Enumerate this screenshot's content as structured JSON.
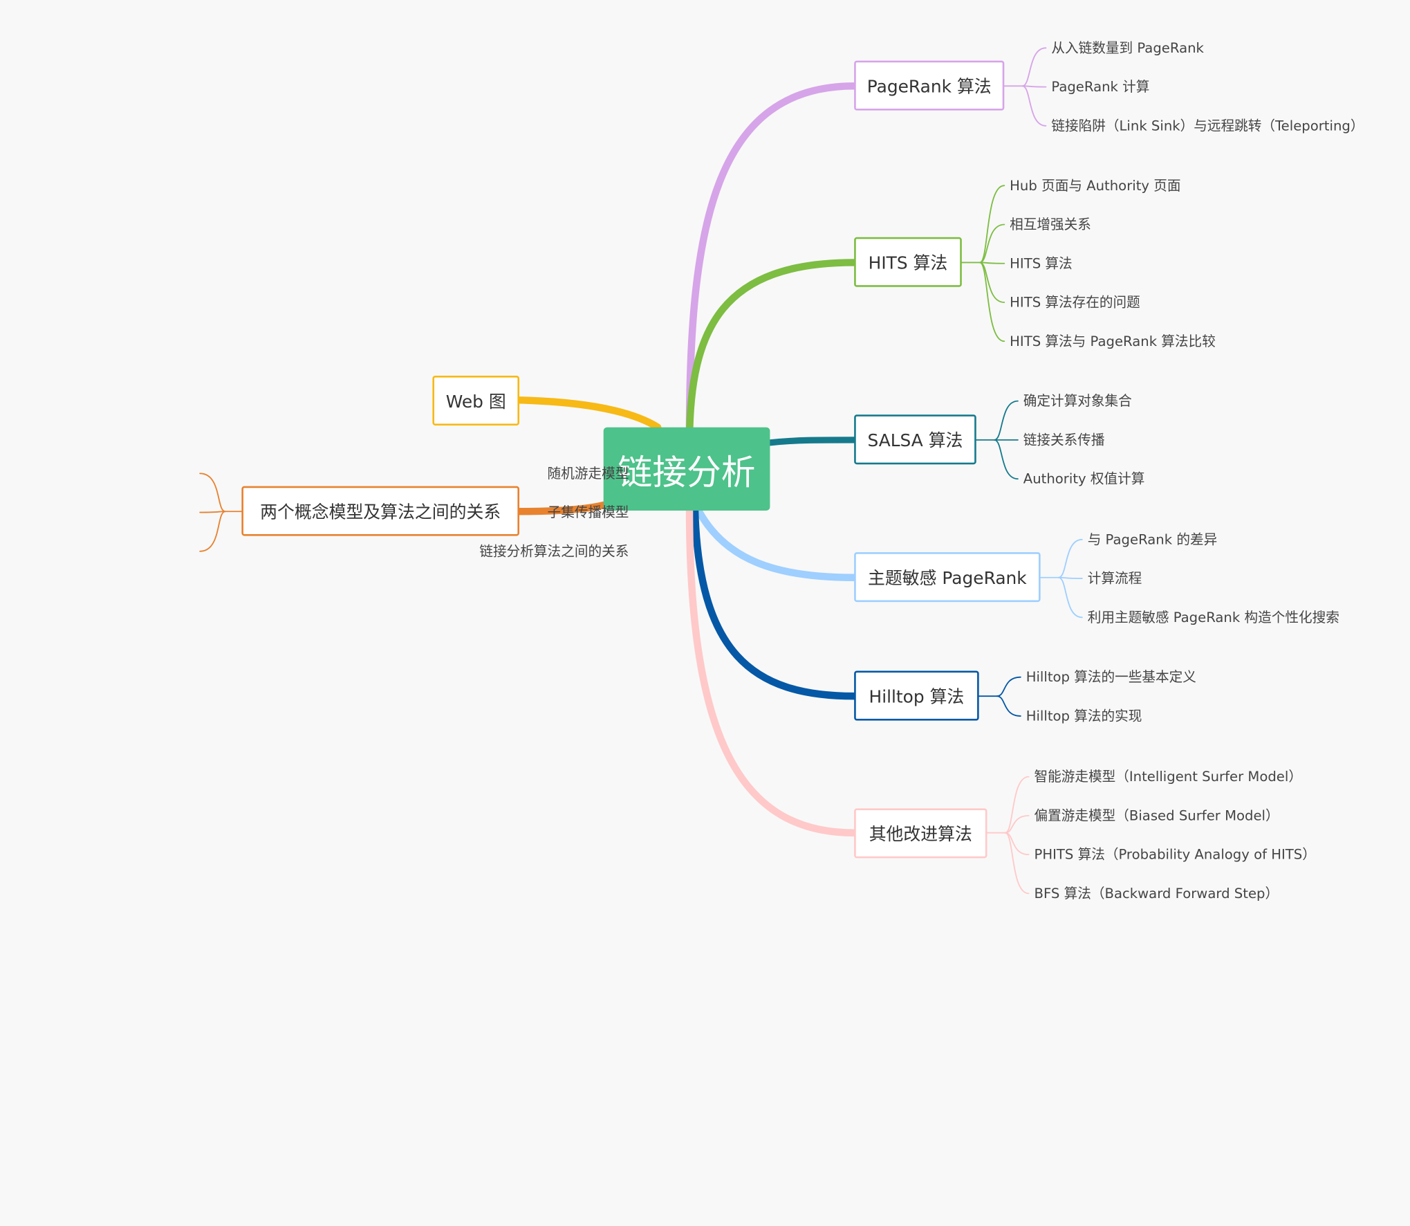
{
  "colors": {
    "background": "#f8f8f8",
    "central": "#4dc28a",
    "pagerank": "#d6a4e8",
    "hits": "#7dbd42",
    "salsa": "#157a8c",
    "topic": "#9ecfff",
    "hilltop": "#0558a6",
    "other": "#ffc9c9",
    "web": "#f7b916",
    "models": "#e8822f"
  },
  "central": {
    "label": "链接分析"
  },
  "branches": {
    "web": {
      "label": "Web 图"
    },
    "models": {
      "label": "两个概念模型及算法之间的关系",
      "children": [
        "随机游走模型",
        "子集传播模型",
        "链接分析算法之间的关系"
      ]
    },
    "pagerank": {
      "label": "PageRank 算法",
      "children": [
        "从入链数量到 PageRank",
        "PageRank 计算",
        "链接陷阱（Link Sink）与远程跳转（Teleporting）"
      ]
    },
    "hits": {
      "label": "HITS 算法",
      "children": [
        "Hub 页面与 Authority 页面",
        "相互增强关系",
        "HITS 算法",
        "HITS 算法存在的问题",
        "HITS 算法与 PageRank 算法比较"
      ]
    },
    "salsa": {
      "label": "SALSA 算法",
      "children": [
        "确定计算对象集合",
        "链接关系传播",
        "Authority 权值计算"
      ]
    },
    "topic": {
      "label": "主题敏感 PageRank",
      "children": [
        "与 PageRank 的差异",
        "计算流程",
        "利用主题敏感 PageRank 构造个性化搜索"
      ]
    },
    "hilltop": {
      "label": "Hilltop 算法",
      "children": [
        "Hilltop 算法的一些基本定义",
        "Hilltop 算法的实现"
      ]
    },
    "other": {
      "label": "其他改进算法",
      "children": [
        "智能游走模型（Intelligent Surfer Model）",
        "偏置游走模型（Biased Surfer Model）",
        "PHITS 算法（Probability Analogy of HITS）",
        "BFS 算法（Backward Forward Step）"
      ]
    }
  }
}
